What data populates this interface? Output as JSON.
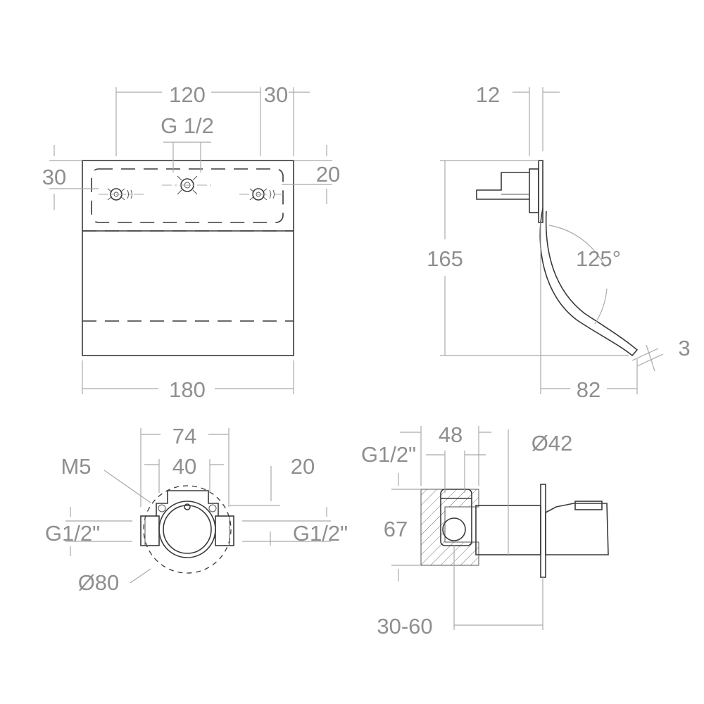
{
  "front_view": {
    "dim_overall_width": "180",
    "dim_handle_spacing": "120",
    "dim_edge_offset": "30",
    "dim_thread": "G 1/2",
    "dim_left_height": "30",
    "dim_right_height": "20"
  },
  "side_view": {
    "dim_plate_depth": "12",
    "dim_height": "165",
    "dim_angle": "125°",
    "dim_thickness": "3",
    "dim_projection": "82"
  },
  "body_view": {
    "dim_outer_width": "74",
    "dim_inner_width": "40",
    "dim_screw": "M5",
    "dim_top_offset": "20",
    "dim_left_thread": "G1/2\"",
    "dim_right_thread": "G1/2\"",
    "dim_diameter": "Ø80"
  },
  "section_view": {
    "dim_thread": "G1/2\"",
    "dim_width": "48",
    "dim_diameter": "Ø42",
    "dim_height": "67",
    "dim_wall_range": "30-60"
  }
}
